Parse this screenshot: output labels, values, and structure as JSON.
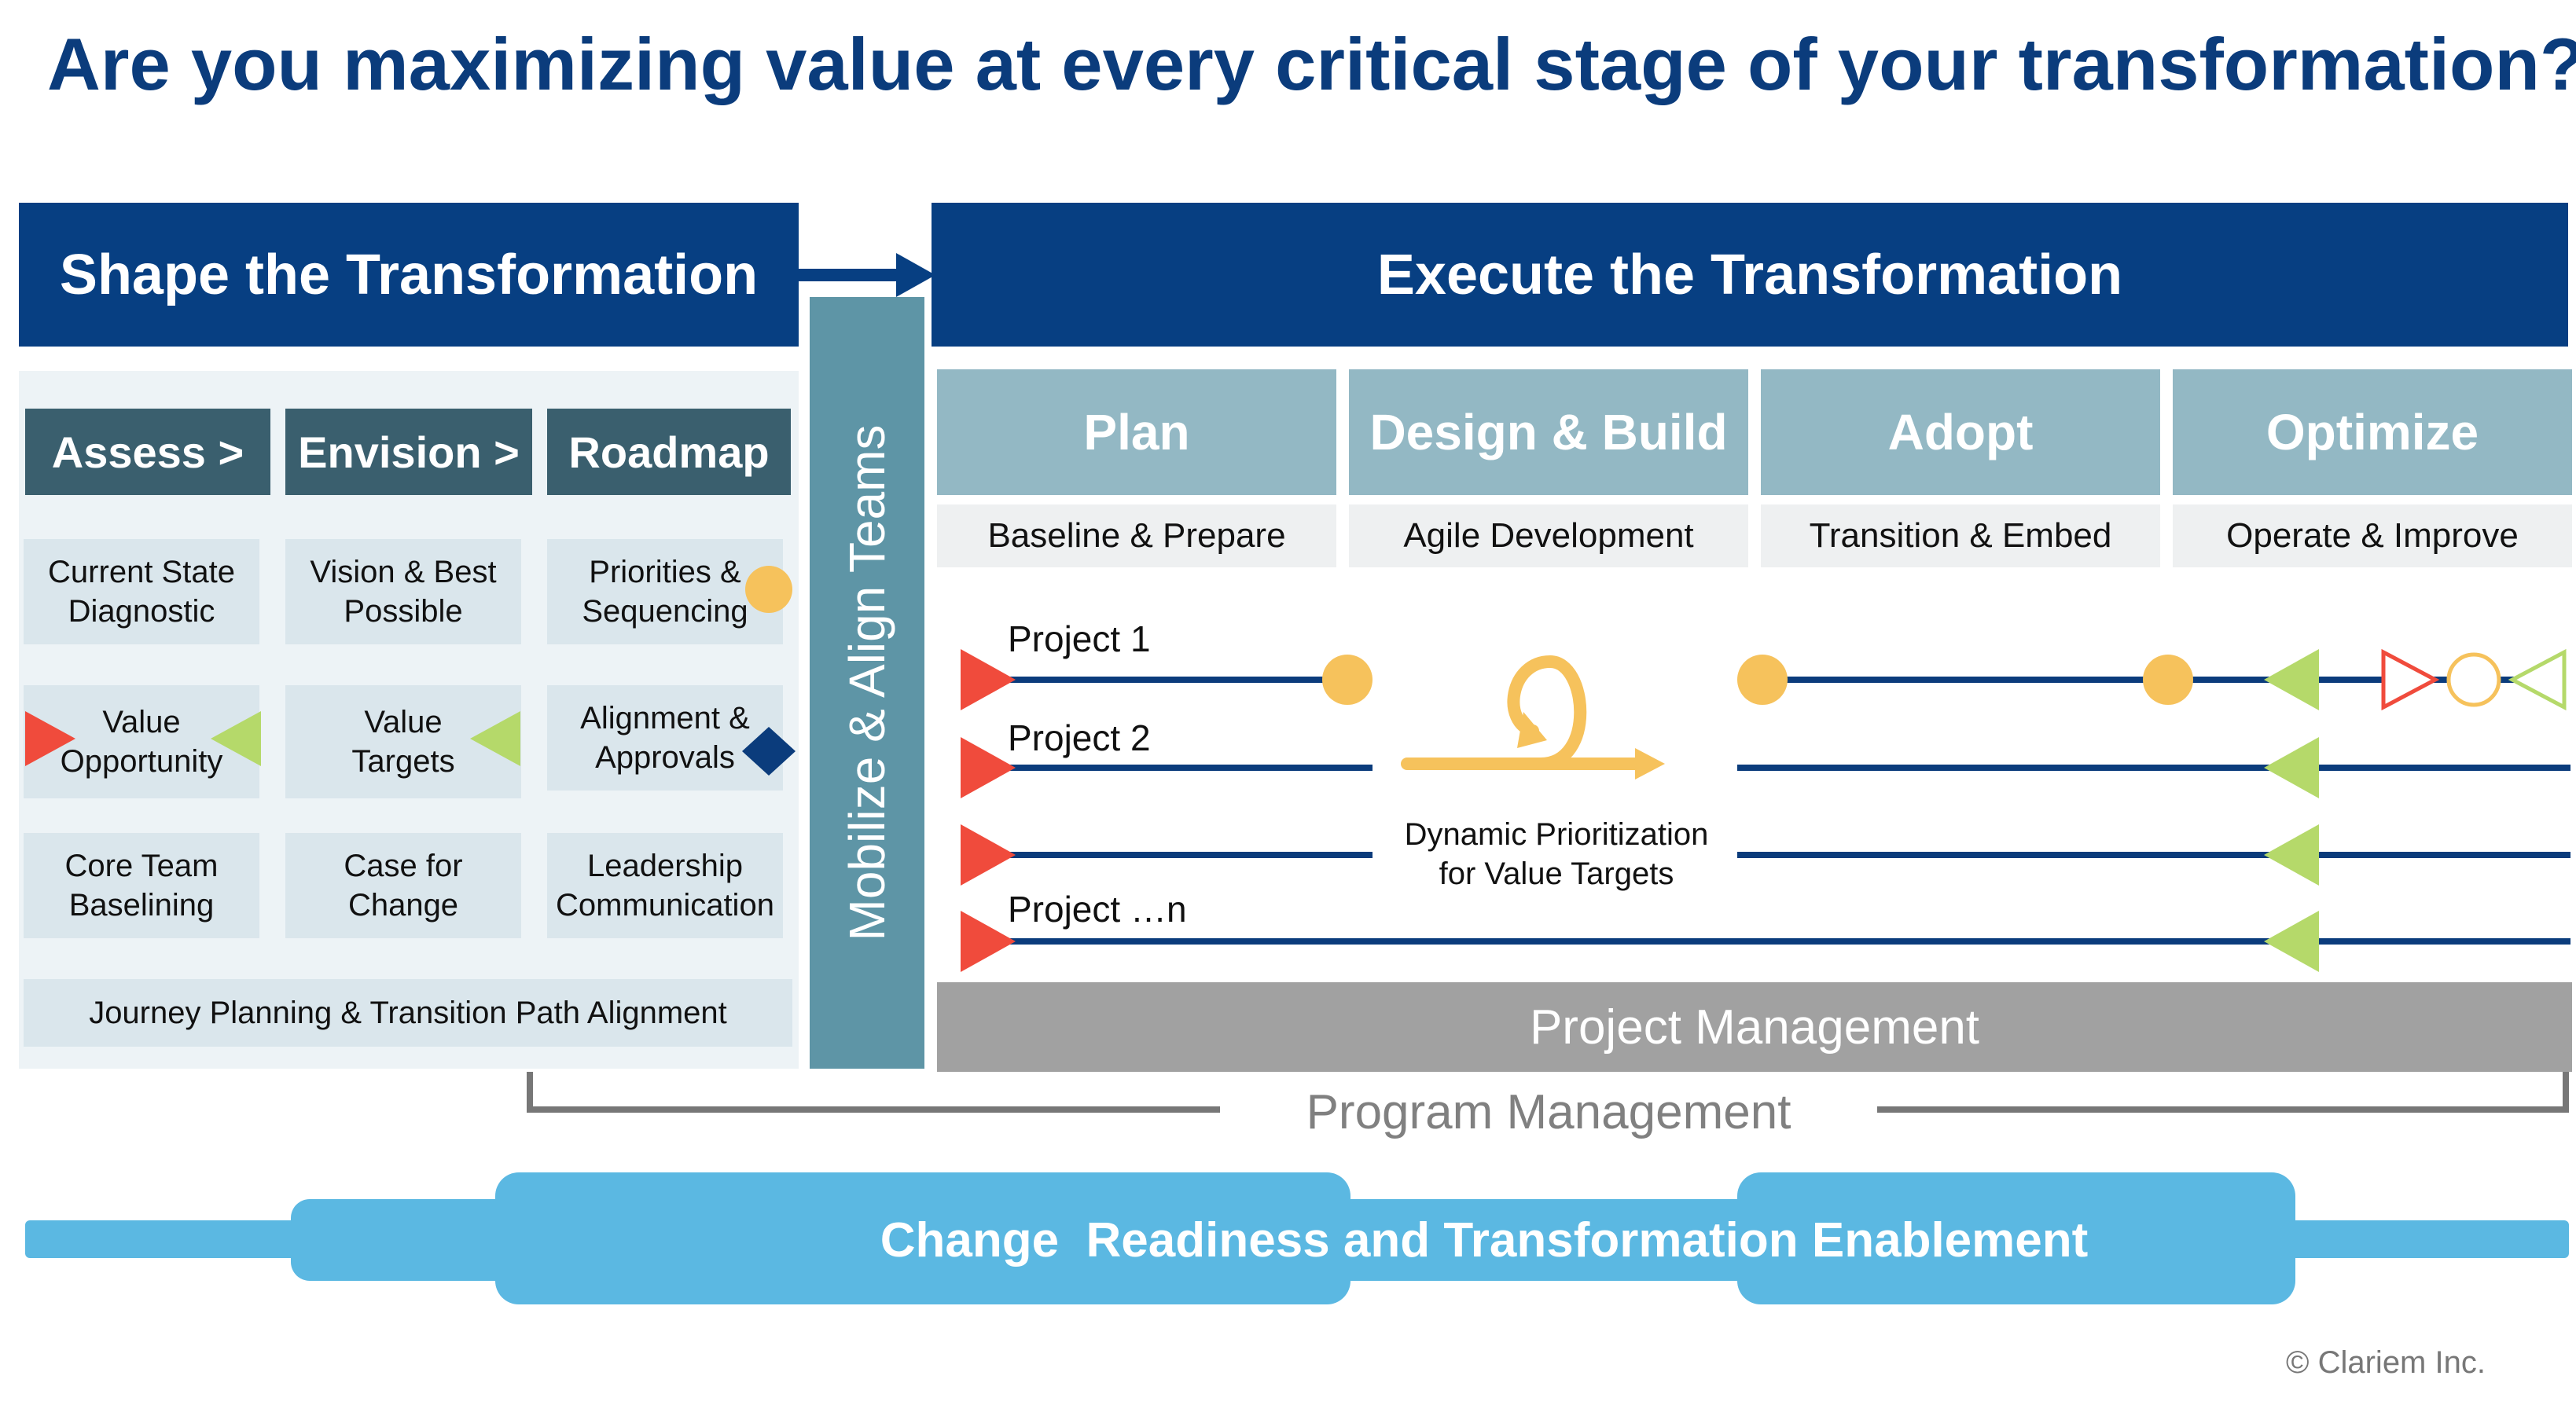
{
  "title": "Are you maximizing value at every critical stage of your transformation?",
  "shape": {
    "title": "Shape the Transformation",
    "phases": [
      "Assess >",
      "Envision >",
      "Roadmap"
    ],
    "cells": [
      [
        "Current State Diagnostic",
        "Vision & Best Possible",
        "Priorities & Sequencing"
      ],
      [
        "Value Opportunity",
        "Value Targets",
        "Alignment & Approvals"
      ],
      [
        "Core Team Baselining",
        "Case for Change",
        "Leadership Communication"
      ]
    ],
    "footer": "Journey Planning & Transition Path Alignment"
  },
  "mobilize": "Mobilize & Align Teams",
  "execute": {
    "title": "Execute the Transformation",
    "stages": [
      "Plan",
      "Design & Build",
      "Adopt",
      "Optimize"
    ],
    "substages": [
      "Baseline & Prepare",
      "Agile Development",
      "Transition & Embed",
      "Operate & Improve"
    ],
    "projects": [
      "Project 1",
      "Project 2",
      "",
      "Project …n"
    ],
    "dynamic_label": [
      "Dynamic Prioritization",
      "for Value Targets"
    ],
    "project_management": "Project Management"
  },
  "program_management": "Program Management",
  "change_banner": "Change  Readiness and Transformation Enablement",
  "copyright": "© Clariem Inc.",
  "colors": {
    "navy": "#073f82",
    "teal": "#5e95a6",
    "stage": "#93b8c4",
    "red_marker": "#f04b3c",
    "green_marker": "#b5d96a",
    "yellow_marker": "#f6c25c",
    "light_blue": "#5bb8e2",
    "gray": "#9e9e9e"
  }
}
